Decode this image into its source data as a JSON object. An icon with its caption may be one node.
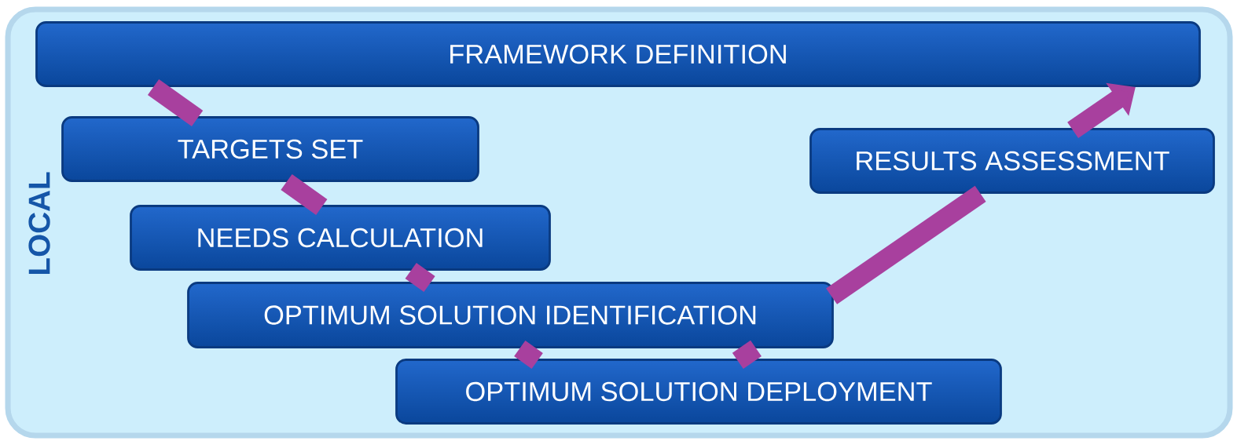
{
  "diagram": {
    "nodes": [
      {
        "text": [
          "LOCAL"
        ]
      },
      {
        "text": [
          "FRAMEWORK DEFINITION"
        ],
        "in": 0
      },
      {
        "text": [
          "TARGETS SET"
        ],
        "in": 0
      },
      {
        "text": [
          "NEEDS CALCULATION"
        ],
        "in": 0
      },
      {
        "text": [
          "OPTIMUM SOLUTION IDENTIFICATION"
        ],
        "in": 0
      },
      {
        "text": [
          "OPTIMUM SOLUTION DEPLOYMENT"
        ],
        "in": 0
      },
      {
        "text": [
          "RESULTS ASSESSMENT"
        ],
        "in": 0
      }
    ],
    "edges": [
      {
        "from": 1,
        "to": 2,
        "arrow": "none"
      },
      {
        "from": 2,
        "to": 3,
        "arrow": "none"
      },
      {
        "from": 3,
        "to": 4,
        "arrow": "none"
      },
      {
        "from": 4,
        "to": 5,
        "arrow": "none"
      },
      {
        "from": 5,
        "to": 4,
        "arrow": "none"
      },
      {
        "from": 4,
        "to": 6,
        "arrow": "none"
      },
      {
        "from": 6,
        "to": 1,
        "arrow": "to"
      }
    ]
  }
}
